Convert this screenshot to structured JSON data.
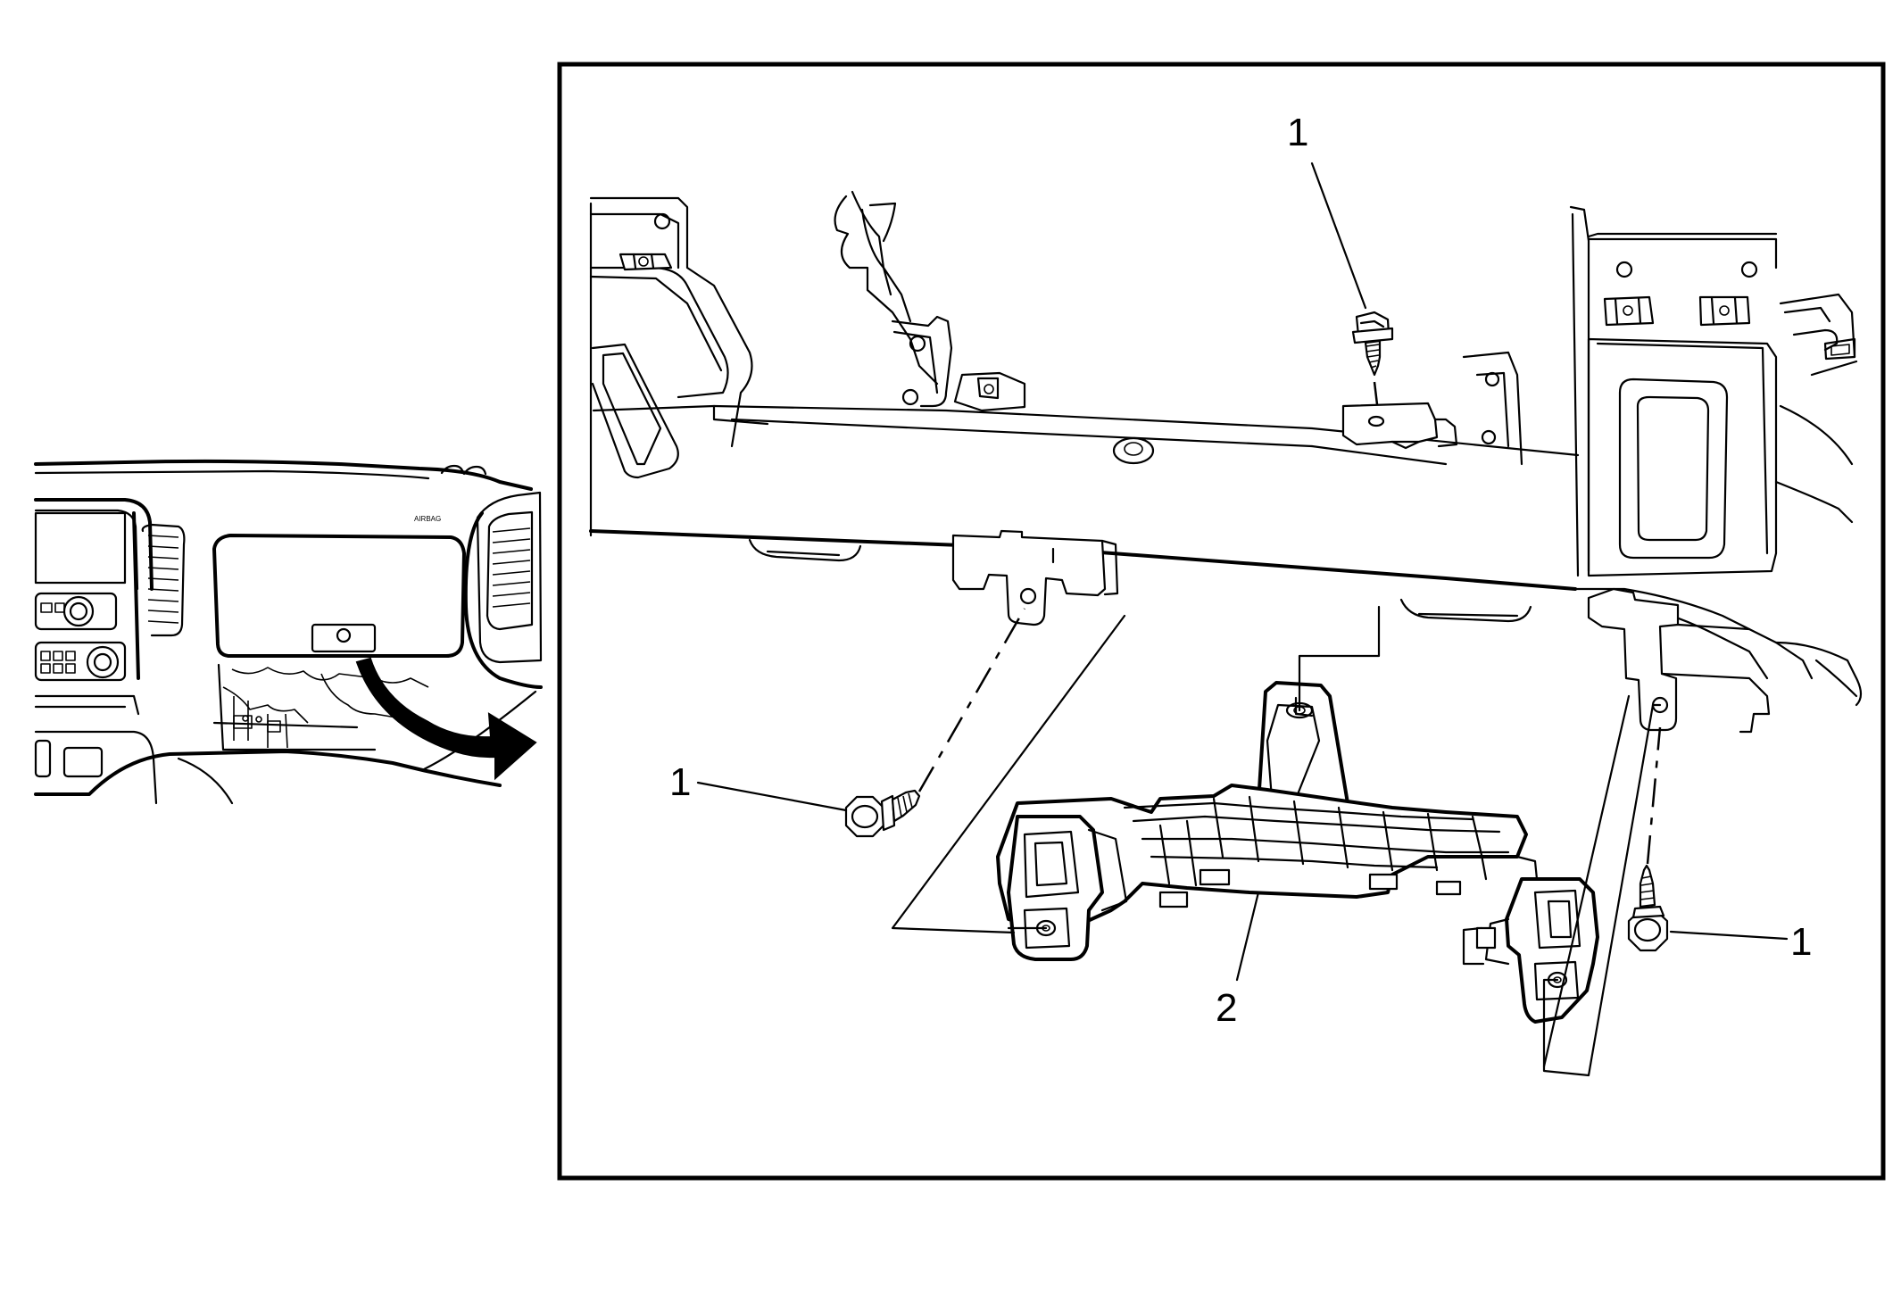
{
  "diagram": {
    "callouts": [
      {
        "id": "fastener-top",
        "text": "1"
      },
      {
        "id": "fastener-left",
        "text": "1"
      },
      {
        "id": "fastener-right",
        "text": "1"
      },
      {
        "id": "bracket",
        "text": "2"
      }
    ],
    "overview_small_text": "AIRBAG"
  }
}
